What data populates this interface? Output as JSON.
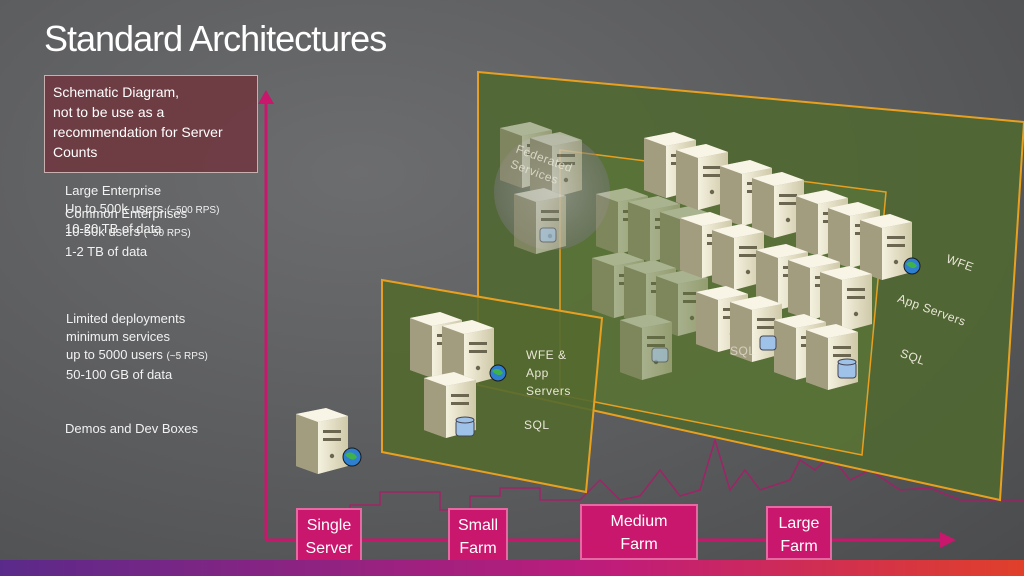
{
  "title": "Standard Architectures",
  "note": {
    "line1": "Schematic Diagram,",
    "line2": "not to be use as a",
    "line3": "recommendation for Server",
    "line4": "Counts"
  },
  "large_enterprise": {
    "title": "Large Enterprise",
    "users_prefix": "Up to 500k users ",
    "users_rps": "(~500 RPS)",
    "data": "10-20 TB of data"
  },
  "common_enterprises": {
    "title": "Common Enterprises",
    "users_prefix": "10-50k users ",
    "users_rps": "(~50 RPS)",
    "data": "1-2 TB of data"
  },
  "limited": {
    "line1": "Limited deployments",
    "line2": "minimum services",
    "users_prefix": "up to 5000 users ",
    "users_rps": "(~5 RPS)",
    "data": "50-100 GB of data"
  },
  "demos": "Demos and Dev Boxes",
  "tiers": [
    {
      "line1": "Single",
      "line2": "Server"
    },
    {
      "line1": "Small",
      "line2": "Farm"
    },
    {
      "line1": "Medium",
      "line2": "Farm"
    },
    {
      "line1": "Large",
      "line2": "Farm"
    }
  ],
  "small_panel": {
    "wfe": "WFE &",
    "app": "App",
    "servers": "Servers",
    "sql": "SQL"
  },
  "large_panel": {
    "wfe": "WFE",
    "app": "App Servers",
    "sql": "SQL"
  },
  "medium_sql": "SQL",
  "federated": {
    "line1": "Federated",
    "line2": "Services"
  },
  "colors": {
    "accent": "#c8176c",
    "panel_border": "#e8a020",
    "panel_fill": "#4e6a30"
  }
}
